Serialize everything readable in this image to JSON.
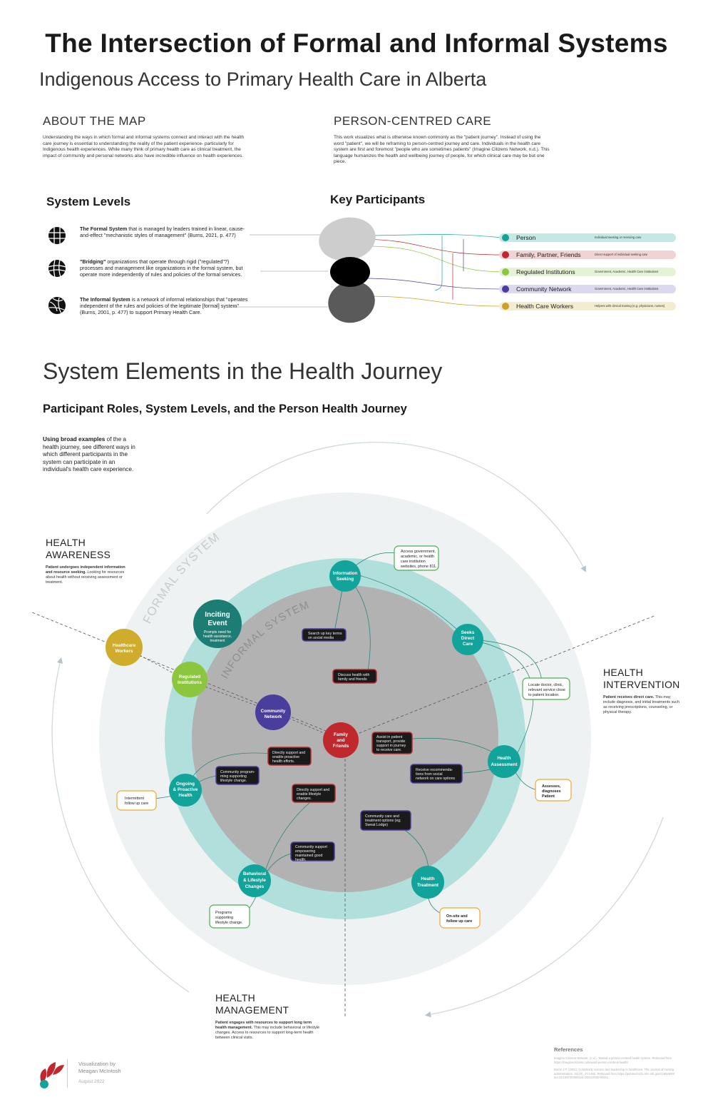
{
  "header": {
    "title": "The Intersection of Formal and Informal Systems",
    "subtitle": "Indigenous Access to Primary Health Care in Alberta"
  },
  "about": {
    "heading": "ABOUT  THE MAP",
    "body": "Understanding the ways in which formal and informal systems connect and interact with the health care journey is essential to understanding the reality of the patient experience- particularly for Indigenous health experiences. While many think of primary health care as clinical treatment, the impact of community and personal networks also have incredible influence on health experiences."
  },
  "person_centred": {
    "heading": "PERSON-CENTRED CARE",
    "body": "This work visualizes what is otherwise known commonly as the \"patient journey\". Instead of using the word \"patient\", we will be reframing to person-centred journey and care. Individuals in the health care system are first and foremost \"people who are sometimes patients\" (Imagine Citizens Network, n.d.). This language humanizes the health and wellbeing journey of people, for which clinical care may be but one piece."
  },
  "system_levels": {
    "heading": "System Levels",
    "items": [
      {
        "bold": "The Formal System",
        "text": " that is managed by leaders trained in linear, cause- and-effect \"mechanistic styles of management\" (Burns, 2021, p. 477)",
        "icon": "globe-grid-icon"
      },
      {
        "bold": "\"Bridging\"",
        "text": " organizations that operate through rigid (\"regulated\"?) processes and management like organizations in the formal system, but operate more independently of rules and policies of the formal services.",
        "icon": "globe-bridging-icon"
      },
      {
        "bold": "The Informal System",
        "text": " is a network of informal relationships that \"operates independent of the rules and policies of the legitimate [formal] system\" (Burns, 2001, p. 477) to support Primary Health Care.",
        "icon": "globe-network-icon"
      }
    ]
  },
  "key_participants": {
    "heading": "Key Participants",
    "items": [
      {
        "name": "Person",
        "desc": "Individual seeking or receiving care",
        "color": "#12a39a",
        "bg": "#c5e8e4"
      },
      {
        "name": "Family, Partner, Friends",
        "desc": "Direct support of individual seeking care",
        "color": "#c0282d",
        "bg": "#f1d3d3"
      },
      {
        "name": "Regulated Institutions",
        "desc": "Government, Academic, Health Care Institutions",
        "color": "#8cc63f",
        "bg": "#e6f2d6"
      },
      {
        "name": "Community Network",
        "desc": "Government, Academic, Health Care Institutions",
        "color": "#4a3e9c",
        "bg": "#dcd8ee"
      },
      {
        "name": "Health Care Workers",
        "desc": "Helpers with clinical training (e.g. physicians, nurses)",
        "color": "#c9a227",
        "bg": "#f3ecd0"
      }
    ]
  },
  "elements": {
    "heading": "System Elements in the Health Journey",
    "subheading": "Participant Roles, System Levels, and the Person Health Journey",
    "intro_bold": "Using broad examples",
    "intro": " of the a health journey, see different ways in which different participants in the system can participate in an individual's health care experience."
  },
  "phases": {
    "awareness": {
      "title1": "HEALTH",
      "title2": "AWARENESS",
      "bold": "Patient undergoes independent information and resource seeking.",
      "text": " Looking for resources about health without receiving assessment or treatment."
    },
    "intervention": {
      "title1": "HEALTH",
      "title2": "INTERVENTION",
      "bold": "Patient receives direct care.",
      "text": " This may include diagnosis, and initial treatments such as receiving prescriptions, counseling, or physical therapy."
    },
    "management": {
      "title1": "HEALTH",
      "title2": "MANAGEMENT",
      "bold": "Patient engages with resources to support long term health management.",
      "text": " This may include behavioral or lifestyle changes. Access to resources to support long-term health between clinical visits."
    }
  },
  "diagram": {
    "formal_label": "FORMAL SYSTEM",
    "informal_label": "INFORMAL SYSTEM",
    "nodes": {
      "inciting1": "Inciting",
      "inciting2": "Event",
      "inciting_desc1": "Prompts need for",
      "inciting_desc2": "health assistance,",
      "inciting_desc3": "treatment",
      "info1": "Information",
      "info2": "Seeking",
      "seeks1": "Seeks",
      "seeks2": "Direct",
      "seeks3": "Care",
      "hcw1": "Healthcare",
      "hcw2": "Workers",
      "reg1": "Regulated",
      "reg2": "Institutions",
      "comm1": "Community",
      "comm2": "Network",
      "fam1": "Family",
      "fam2": "and",
      "fam3": "Friends",
      "assess1": "Health",
      "assess2": "Assessment",
      "ongoing1": "Ongoing",
      "ongoing2": "& Proactive",
      "ongoing3": "Health",
      "beh1": "Behavioral",
      "beh2": "& Lifestyle",
      "beh3": "Changes",
      "treat1": "Health",
      "treat2": "Treatment"
    },
    "callouts": {
      "access": [
        "Access government,",
        "academic, or health",
        "care institution",
        "websites, phone 811."
      ],
      "search": [
        "Search up key terms",
        "on social media"
      ],
      "discuss": [
        "Discuss health with",
        "family and friends"
      ],
      "locate": [
        "Locate doctor, clinic,",
        "relevant service close",
        "to patient location."
      ],
      "assist": [
        "Assist in patient",
        "transport, provide",
        "support in journey",
        "to receive care."
      ],
      "receive": [
        "Receive recommenda-",
        "tions from social",
        "network on care options"
      ],
      "assesses": [
        "Assesses,",
        "diagnoses",
        "Patient"
      ],
      "direct1": [
        "Directly support and",
        "enable proactive",
        "health efforts."
      ],
      "program": [
        "Community program-",
        "ming supporting",
        "lifestyle change."
      ],
      "intermittent": [
        "Intermittent",
        "follow up care"
      ],
      "direct2": [
        "Directly support and",
        "enable lifestyle",
        "changes."
      ],
      "commcare": [
        "Community care and",
        "treatment options (eg;",
        "Sweat Lodge)"
      ],
      "commsupport": [
        "Community support",
        "empowering",
        "maintained good",
        "health."
      ],
      "programs": [
        "Programs",
        "supporting",
        "lifestyle change."
      ],
      "onsite": [
        "On-site and",
        "follow up care"
      ]
    }
  },
  "footer": {
    "credit1": "Visualization by",
    "credit2": "Meagan McIntosh",
    "date": "August 2022",
    "references_heading": "References",
    "ref1": "Imagine Citizens Network. (n.d.). Toward a person-centred health system. Retrieved from https://imaginecitizens.ca/toward-person-centred-health/",
    "ref2": "Burns J.P. (2001). Complexity science and leadership in healthcare. The Journal of nursing administration, 31(10), 474-482. Retrieved from https://pubmed.ncbi.nlm.nih.gov/11684800/ doi:10.1097/00005110-200110000-00011"
  }
}
